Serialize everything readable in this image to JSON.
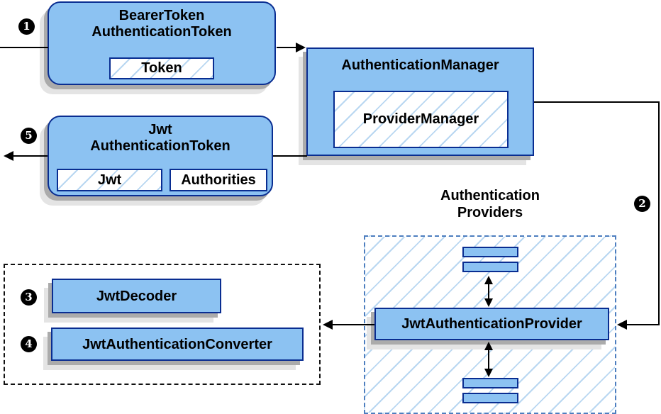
{
  "nodes": {
    "bearer_token": {
      "line1": "BearerToken",
      "line2": "AuthenticationToken",
      "chip": "Token"
    },
    "auth_manager": {
      "title": "AuthenticationManager",
      "chip": "ProviderManager"
    },
    "jwt_token": {
      "line1": "Jwt",
      "line2": "AuthenticationToken",
      "chip_jwt": "Jwt",
      "chip_authorities": "Authorities"
    },
    "providers_label": {
      "line1": "Authentication",
      "line2": "Providers"
    },
    "jwt_authentication_provider": {
      "title": "JwtAuthenticationProvider"
    },
    "jwt_decoder": {
      "title": "JwtDecoder"
    },
    "jwt_authentication_converter": {
      "title": "JwtAuthenticationConverter"
    }
  },
  "steps": {
    "s1": "1",
    "s2": "2",
    "s3": "3",
    "s4": "4",
    "s5": "5"
  },
  "colors": {
    "node_fill": "#8CC2F2",
    "node_border": "#092D91",
    "hatch_line": "#B9D7F1",
    "providers_dashed_border": "#4D7EBF",
    "black_dashed_border": "#111111",
    "shadow_dark": "#ABABAB",
    "shadow_light": "#E4E4E4",
    "arrow": "#000000",
    "badge_bg": "#000000",
    "badge_text": "#FFFFFF"
  }
}
